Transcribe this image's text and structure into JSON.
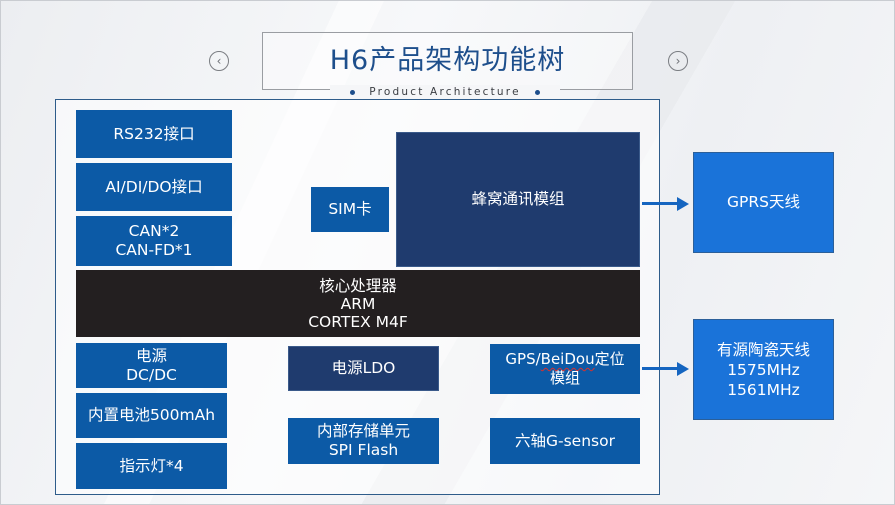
{
  "header": {
    "title": "H6产品架构功能树",
    "subtitle": "Product Architecture",
    "prev_arrow": "‹",
    "next_arrow": "›"
  },
  "blocks": {
    "rs232": "RS232接口",
    "aidido": "AI/DI/DO接口",
    "can_line1": "CAN*2",
    "can_line2": "CAN-FD*1",
    "sim": "SIM卡",
    "cellular": "蜂窝通讯模组",
    "cpu_line1": "核心处理器",
    "cpu_line2": "ARM",
    "cpu_line3": "CORTEX M4F",
    "power_line1": "电源",
    "power_line2": "DC/DC",
    "battery": "内置电池500mAh",
    "indicator": "指示灯*4",
    "ldo": "电源LDO",
    "storage_line1": "内部存储单元",
    "storage_line2": "SPI Flash",
    "gps_prefix": "GPS/",
    "gps_beidou": "BeiDou",
    "gps_suffix": "定位",
    "gps_line2": "模组",
    "gsensor": "六轴G-sensor",
    "gprs_antenna": "GPRS天线",
    "ceramic_line1": "有源陶瓷天线",
    "ceramic_line2": "1575MHz",
    "ceramic_line3": "1561MHz"
  },
  "colors": {
    "title": "#1e4f8c",
    "block_blue": "#0c5aa6",
    "block_navy": "#1f3b6e",
    "block_black": "#231f20",
    "antenna_blue": "#1a73d9",
    "arrow": "#1565c0"
  }
}
